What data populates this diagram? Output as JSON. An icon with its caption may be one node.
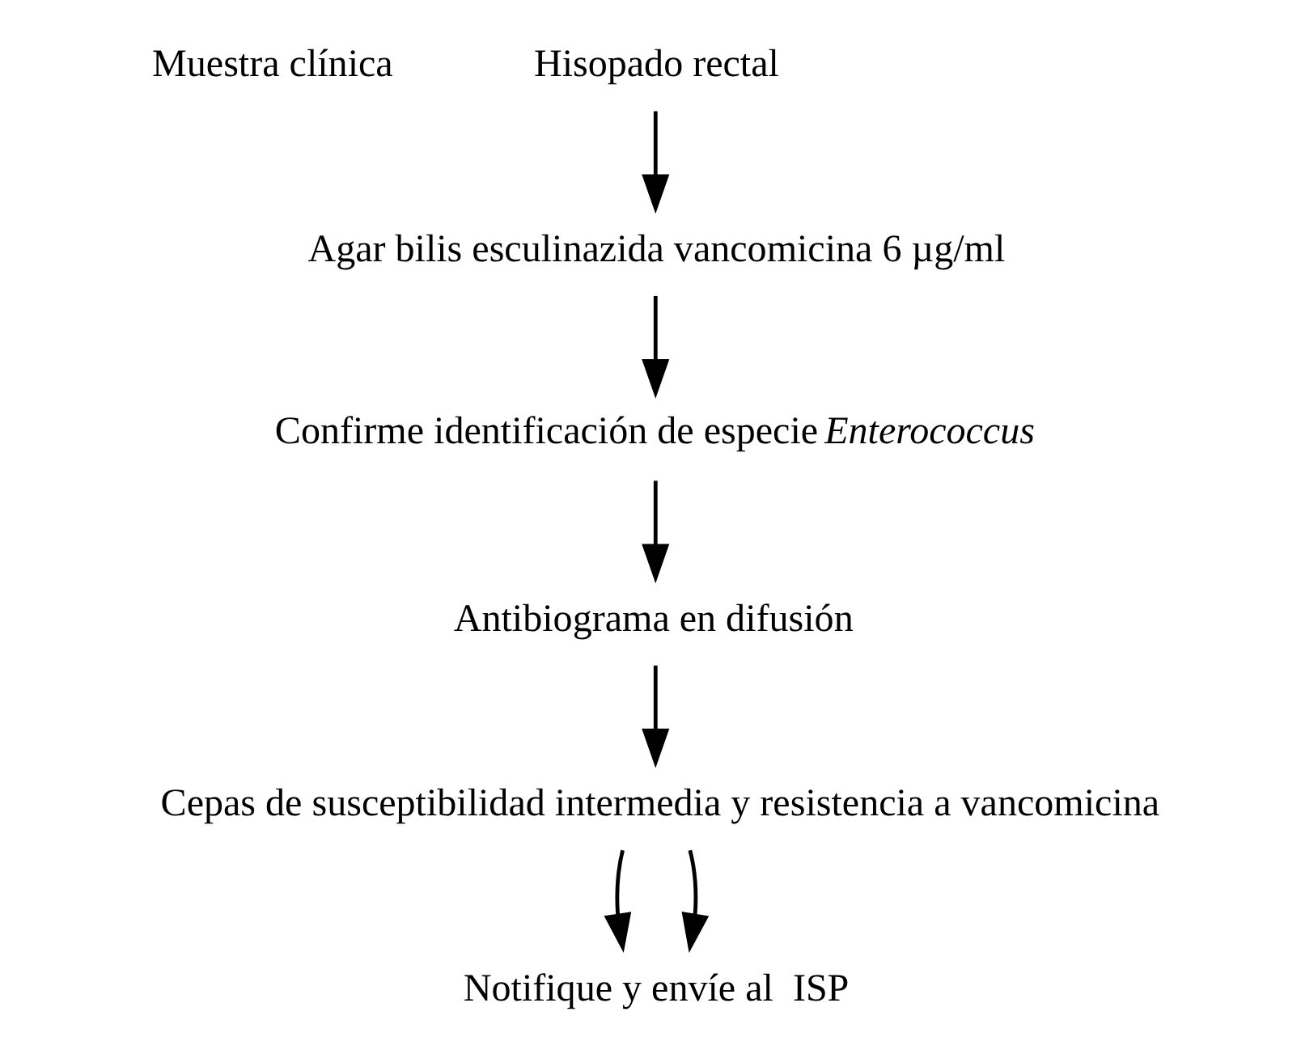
{
  "diagram": {
    "nodes": [
      {
        "text": [
          "Hisopado rectal"
        ]
      },
      {
        "text": [
          "Agar bilis esculinazida vancomicina 6 µg/ml"
        ]
      },
      {
        "text": [
          "Confirme identificación de especie *Enterococcus*"
        ]
      },
      {
        "text": [
          "Antibiograma en difusión"
        ]
      },
      {
        "text": [
          "Cepas de susceptibilidad intermedia y resistencia a vancomicina"
        ]
      },
      {
        "text": [
          "Notifique y envíe al  ISP"
        ]
      }
    ],
    "edges": [
      {
        "from": 0,
        "to": 1,
        "arrow": "to"
      },
      {
        "from": 1,
        "to": 2,
        "arrow": "to"
      },
      {
        "from": 2,
        "to": 3,
        "arrow": "to"
      },
      {
        "from": 3,
        "to": 4,
        "arrow": "to"
      },
      {
        "from": 4,
        "to": 5,
        "arrow": "to"
      },
      {
        "from": 4,
        "to": 5,
        "arrow": "to"
      }
    ],
    "labels": [
      "Muestra clínica"
    ]
  }
}
